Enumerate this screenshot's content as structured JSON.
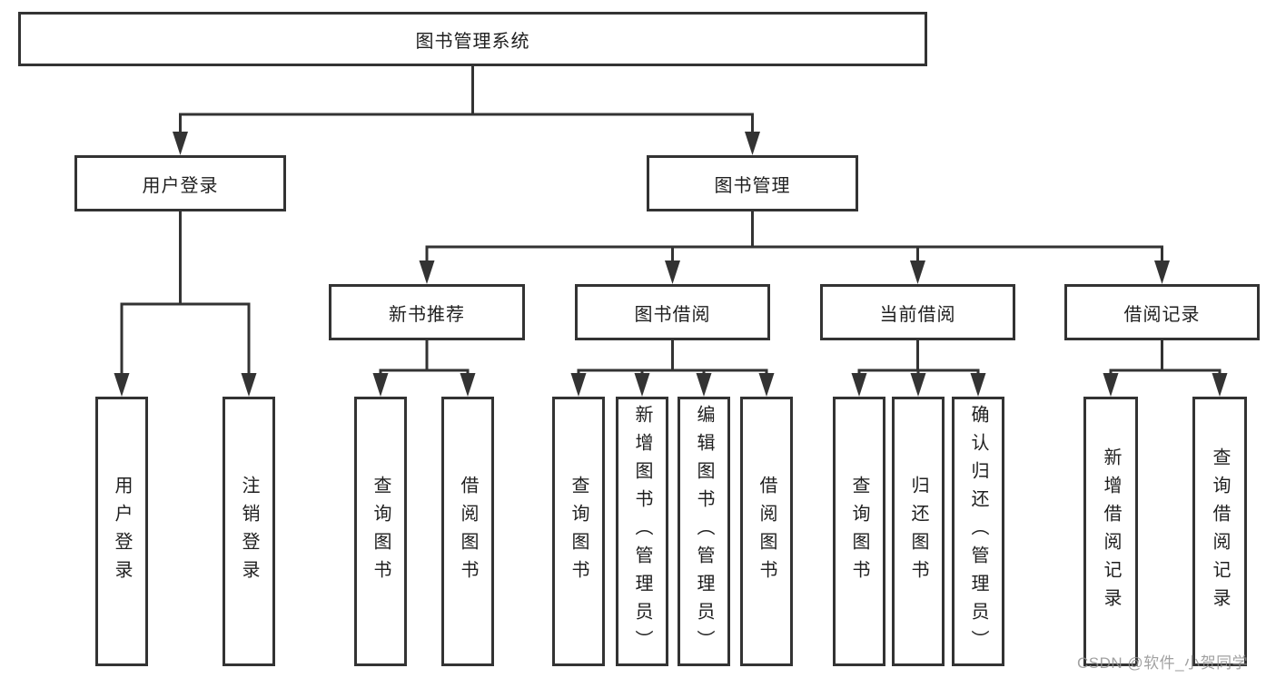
{
  "tree": {
    "root": {
      "label": "图书管理系统",
      "children": [
        {
          "label": "用户登录",
          "children": [
            "用户登录",
            "注销登录"
          ]
        },
        {
          "label": "图书管理",
          "children": [
            {
              "label": "新书推荐",
              "children": [
                "查询图书",
                "借阅图书"
              ]
            },
            {
              "label": "图书借阅",
              "children": [
                "查询图书",
                "新增图书（管理员）",
                "编辑图书（管理员）",
                "借阅图书"
              ]
            },
            {
              "label": "当前借阅",
              "children": [
                "查询图书",
                "归还图书",
                "确认归还（管理员）"
              ]
            },
            {
              "label": "借阅记录",
              "children": [
                "新增借阅记录",
                "查询借阅记录"
              ]
            }
          ]
        }
      ]
    }
  },
  "watermark": "CSDN @软件_小贺同学",
  "colors": {
    "line": "#333333",
    "node_border": "#333333",
    "text": "#1f1f1f",
    "watermark": "#919191",
    "background": "#ffffff"
  }
}
